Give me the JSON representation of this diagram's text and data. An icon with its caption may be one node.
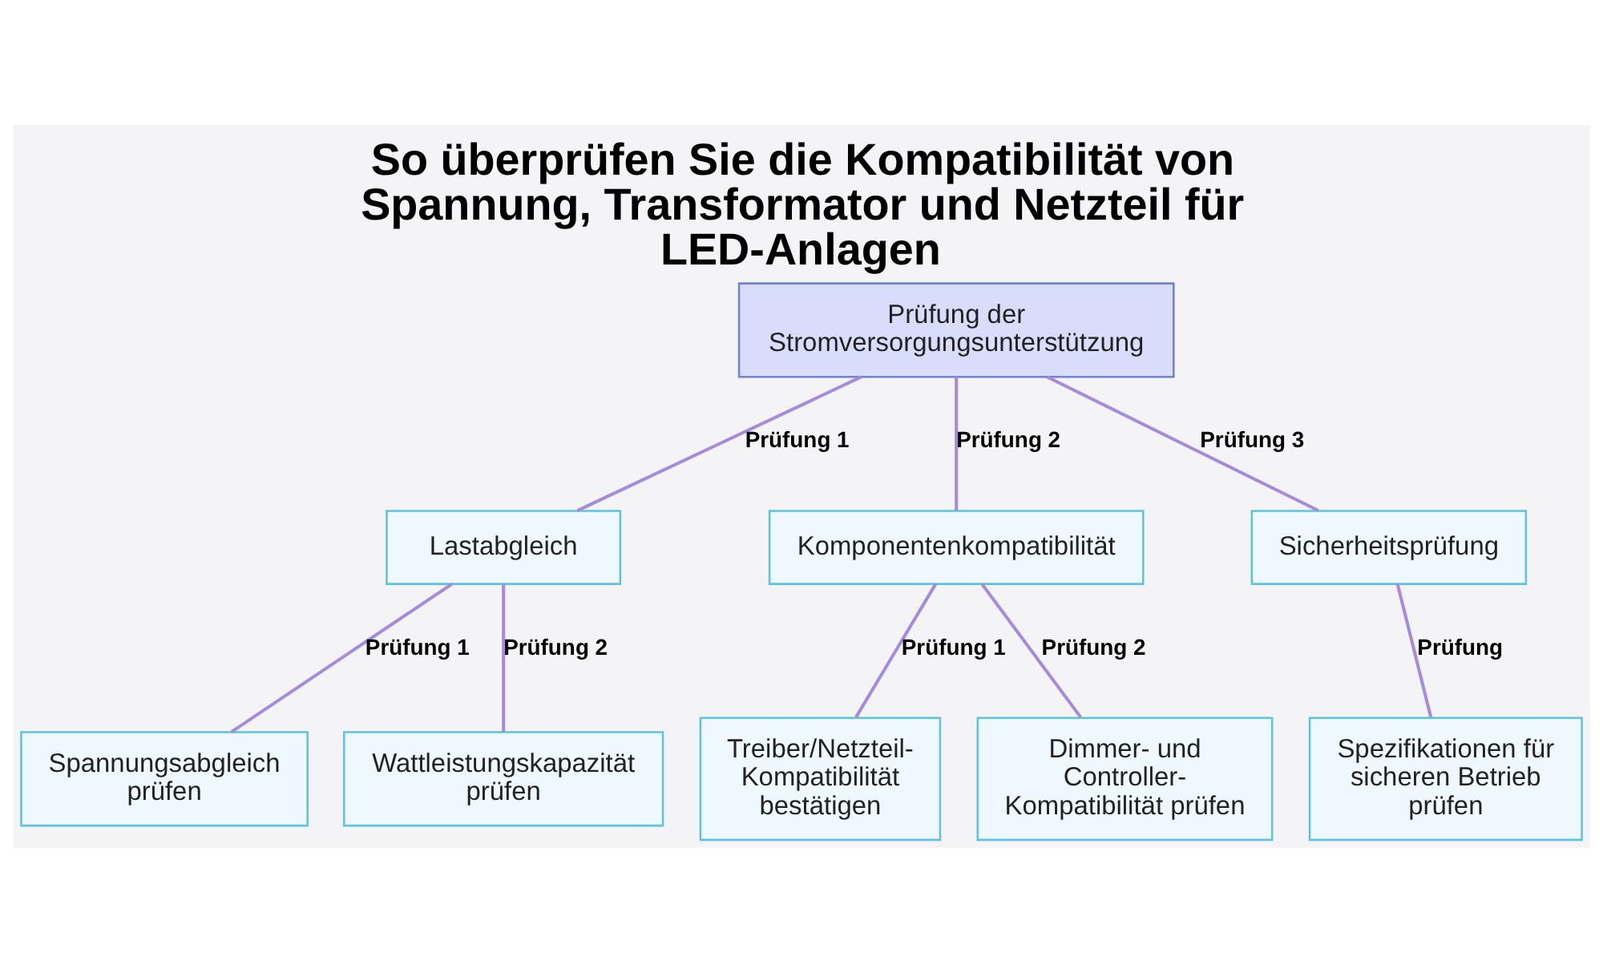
{
  "diagram": {
    "title": "So überprüfen Sie die Kompatibilität von Spannung, Transformator und Netzteil für LED-Anlagen",
    "nodes": [
      {
        "text": [
          "Prüfung der Stromversorgungsunterstützung"
        ]
      },
      {
        "text": [
          "Lastabgleich"
        ]
      },
      {
        "text": [
          "Komponentenkompatibilität"
        ]
      },
      {
        "text": [
          "Sicherheitsprüfung"
        ]
      },
      {
        "text": [
          "Spannungsabgleich prüfen"
        ]
      },
      {
        "text": [
          "Wattleistungskapazität prüfen"
        ]
      },
      {
        "text": [
          "Treiber/Netzteil-Kompatibilität bestätigen"
        ]
      },
      {
        "text": [
          "Dimmer- und Controller-Kompatibilität prüfen"
        ]
      },
      {
        "text": [
          "Spezifikationen für sicheren Betrieb prüfen"
        ]
      }
    ],
    "edges": [
      {
        "from": 0,
        "to": 1,
        "arrow": "none",
        "label": "Prüfung 1"
      },
      {
        "from": 0,
        "to": 2,
        "arrow": "none",
        "label": "Prüfung 2"
      },
      {
        "from": 0,
        "to": 3,
        "arrow": "none",
        "label": "Prüfung 3"
      },
      {
        "from": 1,
        "to": 4,
        "arrow": "none",
        "label": "Prüfung 1"
      },
      {
        "from": 1,
        "to": 5,
        "arrow": "none",
        "label": "Prüfung 2"
      },
      {
        "from": 2,
        "to": 6,
        "arrow": "none",
        "label": "Prüfung 1"
      },
      {
        "from": 2,
        "to": 7,
        "arrow": "none",
        "label": "Prüfung 2"
      },
      {
        "from": 3,
        "to": 8,
        "arrow": "none",
        "label": "Prüfung"
      }
    ]
  }
}
